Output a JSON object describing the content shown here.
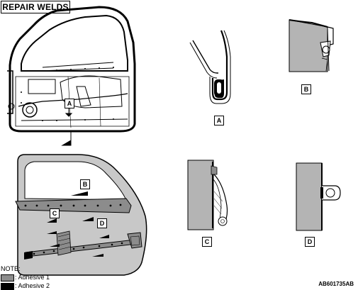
{
  "title": "REPAIR WELDS",
  "callouts": {
    "a_top": "A",
    "a": "A",
    "b": "B",
    "c": "C",
    "d": "D",
    "b_panel": "B",
    "c_panel": "C",
    "d_panel": "D"
  },
  "note": {
    "label": "NOTE:",
    "legend": [
      {
        "label": ": Adhesive 1",
        "color": "#8c8c8c"
      },
      {
        "label": ": Adhesive 2",
        "color": "#000000"
      }
    ]
  },
  "figure_code": "AB601735AB",
  "colors": {
    "adhesive_1": "#8c8c8c",
    "adhesive_2": "#000000",
    "panel_fill": "#c8c8c8"
  }
}
